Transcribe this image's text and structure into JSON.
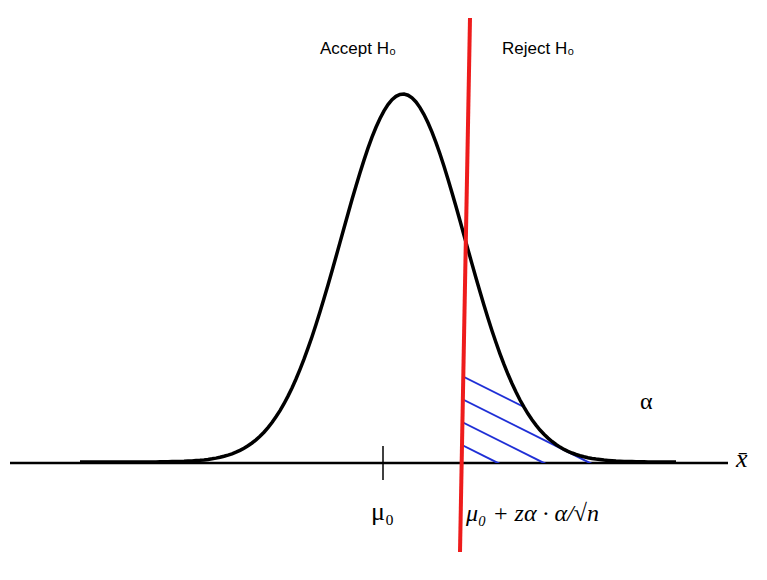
{
  "diagram": {
    "labels": [
      "Accept H₀",
      "Reject H₀",
      "α",
      "x̄",
      "μ₀",
      "μ₀ + zα · α/√n"
    ]
  }
}
